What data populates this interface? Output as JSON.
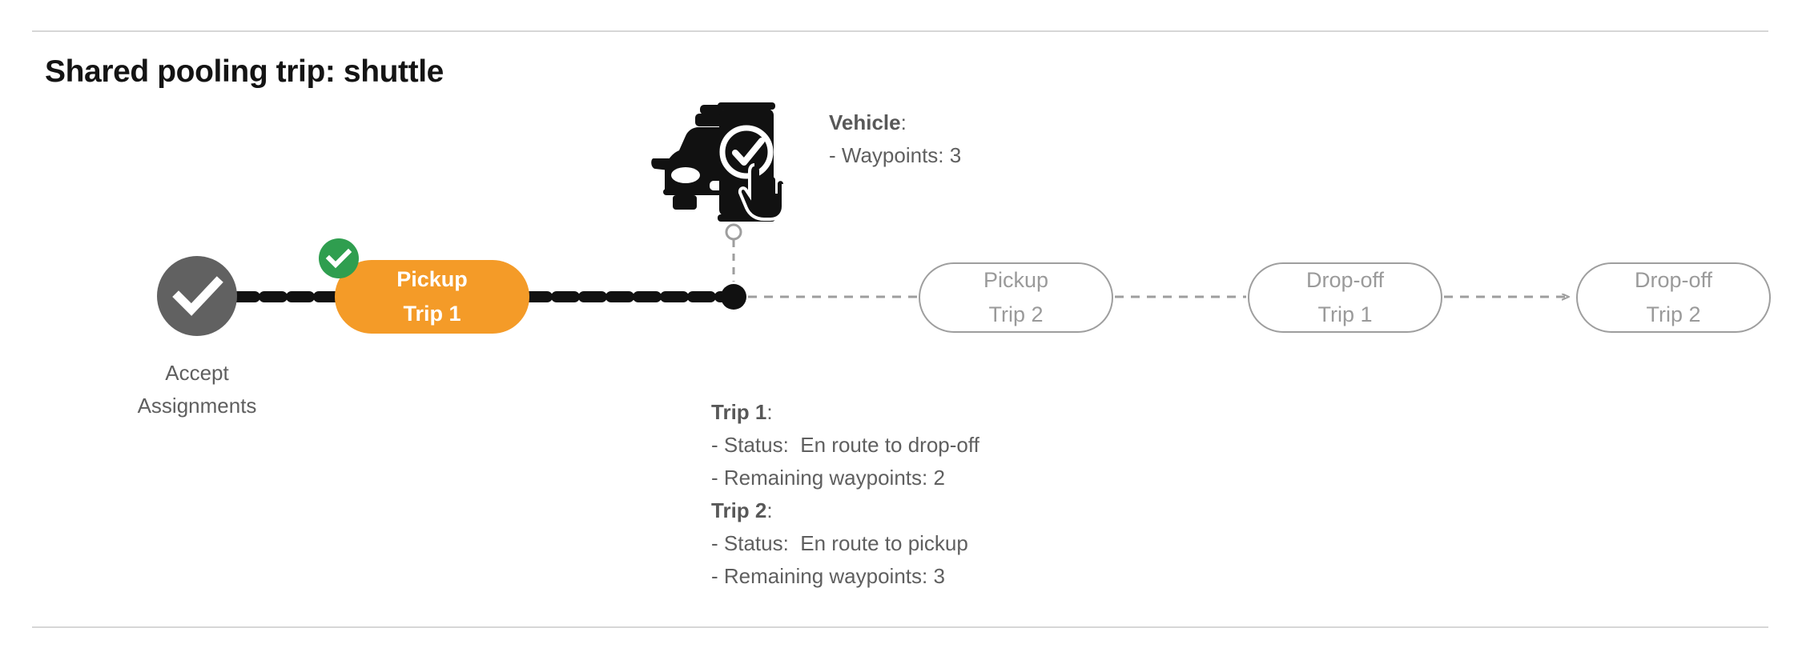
{
  "header": {
    "title": "Shared pooling trip: shuttle"
  },
  "colors": {
    "active_node": "#F49B28",
    "completed_node": "#616161",
    "check_badge": "#2F9E4F",
    "upcoming_border": "#9e9e9e",
    "upcoming_text": "#9a9a9a",
    "text_gray": "#5f5f5f",
    "rule": "#d6d6d6",
    "path_active": "#111111",
    "path_upcoming": "#9e9e9e"
  },
  "timeline": {
    "start_node": {
      "label_line1": "Accept",
      "label_line2": "Assignments",
      "icon": "check-circle-icon",
      "state": "completed"
    },
    "nodes": [
      {
        "id": "pickup-trip-1",
        "line1": "Pickup",
        "line2": "Trip 1",
        "state": "active",
        "badge": "check-badge-icon"
      },
      {
        "id": "pickup-trip-2",
        "line1": "Pickup",
        "line2": "Trip 2",
        "state": "upcoming"
      },
      {
        "id": "dropoff-trip-1",
        "line1": "Drop-off",
        "line2": "Trip 1",
        "state": "upcoming"
      },
      {
        "id": "dropoff-trip-2",
        "line1": "Drop-off",
        "line2": "Trip 2",
        "state": "upcoming"
      }
    ]
  },
  "vehicle": {
    "icon": "car-phone-check-icon",
    "marker_icon": "vehicle-position-marker-icon",
    "title": "Vehicle",
    "title_suffix": ":",
    "waypoints_label": "- Waypoints:",
    "waypoints_value": "3"
  },
  "trips": [
    {
      "title": "Trip 1",
      "title_suffix": ":",
      "status_label": "- Status:",
      "status_value": "En route to drop-off",
      "waypoints_label": "- Remaining waypoints:",
      "waypoints_value": "2"
    },
    {
      "title": "Trip 2",
      "title_suffix": ":",
      "status_label": "- Status:",
      "status_value": "En route to pickup",
      "waypoints_label": "- Remaining waypoints:",
      "waypoints_value": "3"
    }
  ]
}
